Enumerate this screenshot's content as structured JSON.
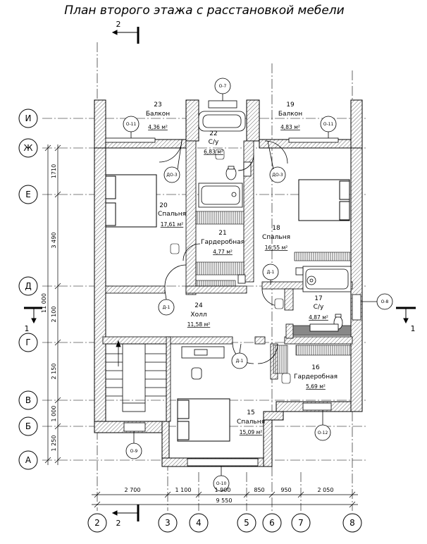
{
  "title": "План второго этажа с расстановкой мебели",
  "section_marks": {
    "top": "2",
    "bottom": "2",
    "left": "1",
    "right": "1"
  },
  "axes_rows": [
    "И",
    "Ж",
    "Е",
    "Д",
    "Г",
    "В",
    "Б",
    "А"
  ],
  "axes_cols": [
    "2",
    "3",
    "4",
    "5",
    "6",
    "7",
    "8"
  ],
  "rooms": [
    {
      "num": "23",
      "name": "Балкон",
      "area": "4,36 м²"
    },
    {
      "num": "19",
      "name": "Балкон",
      "area": "4,83 м²"
    },
    {
      "num": "22",
      "name": "С/у",
      "area": "6,83 м²"
    },
    {
      "num": "20",
      "name": "Спальня",
      "area": "17,61 м²"
    },
    {
      "num": "21",
      "name": "Гардеробная",
      "area": "4,77 м²"
    },
    {
      "num": "18",
      "name": "Спальня",
      "area": "16,55 м²"
    },
    {
      "num": "17",
      "name": "С/у",
      "area": "4,87 м²"
    },
    {
      "num": "24",
      "name": "Холл",
      "area": "11,58 м²"
    },
    {
      "num": "16",
      "name": "Гардеробная",
      "area": "5,69 м²"
    },
    {
      "num": "15",
      "name": "Спальня",
      "area": "15,09 м²"
    }
  ],
  "marks": {
    "o7": "О-7",
    "o11a": "О-11",
    "o11b": "О-11",
    "do3a": "ДО-3",
    "do3b": "ДО-3",
    "o8": "О-8",
    "o9": "О-9",
    "o10": "О-10",
    "o12": "О-12",
    "d1a": "Д-1",
    "d1b": "Д-1",
    "d1c": "Д-1"
  },
  "dims_left": [
    "1710",
    "3 490",
    "11 000",
    "2 100",
    "2 150",
    "1 000",
    "1 250"
  ],
  "dims_bottom": [
    "2 700",
    "1 100",
    "1 900",
    "850",
    "950",
    "2 050",
    "9 550"
  ]
}
